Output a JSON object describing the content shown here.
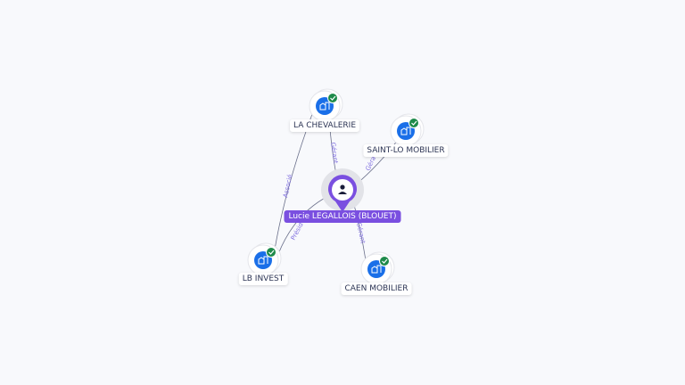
{
  "person": {
    "name": "Lucie LEGALLOIS (BLOUET)",
    "icon": "person-icon",
    "color": "#7a4fe0"
  },
  "companies": [
    {
      "name": "LA CHEVALERIE",
      "icon": "building-icon",
      "verified": true
    },
    {
      "name": "SAINT-LO MOBILIER",
      "icon": "building-icon",
      "verified": true
    },
    {
      "name": "LB INVEST",
      "icon": "building-icon",
      "verified": true
    },
    {
      "name": "CAEN MOBILIER",
      "icon": "building-icon",
      "verified": true
    }
  ],
  "edges": [
    {
      "label": "Gérant"
    },
    {
      "label": "Géra"
    },
    {
      "label": "Associé"
    },
    {
      "label": "Présid"
    },
    {
      "label": "Gérant"
    }
  ],
  "colors": {
    "company": "#1a6fe8",
    "check": "#1e8a4a",
    "edge": "#6a6f8a"
  }
}
